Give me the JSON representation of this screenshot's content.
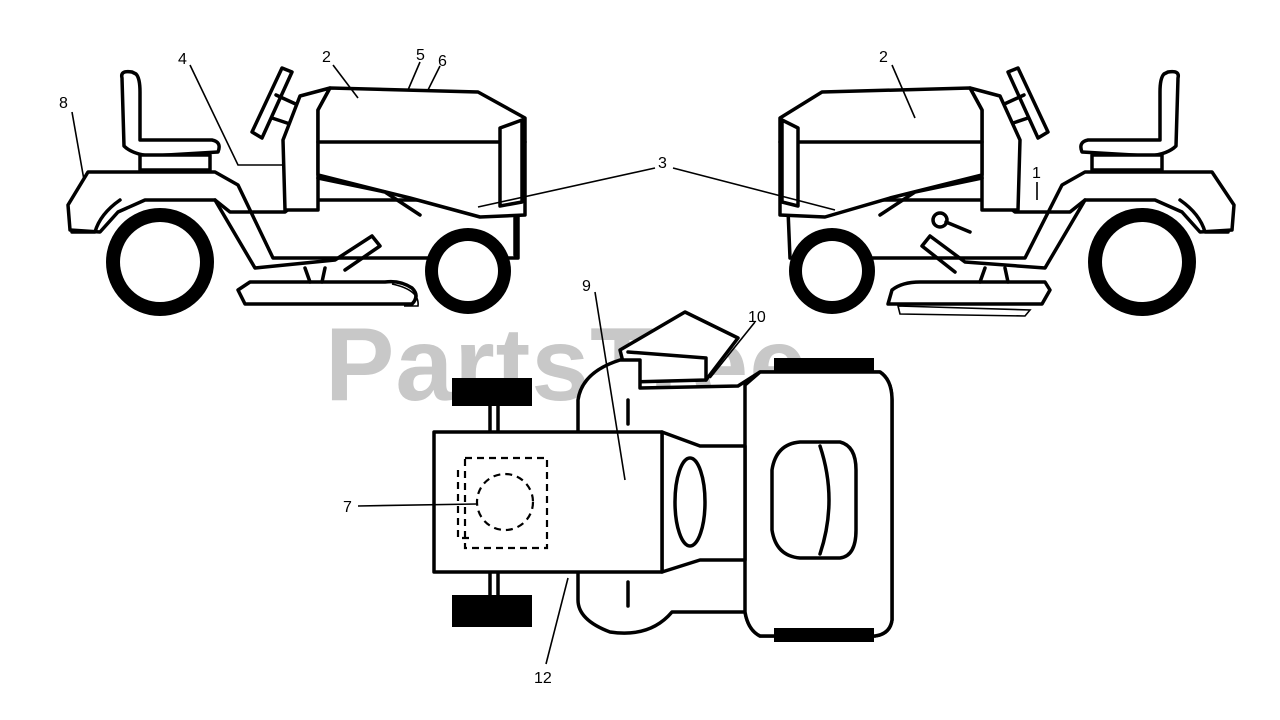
{
  "watermark": {
    "text": "PartsTree",
    "color": "#c8c8c8"
  },
  "callouts": {
    "c1": "1",
    "c2a": "2",
    "c2b": "2",
    "c3": "3",
    "c4": "4",
    "c5": "5",
    "c6": "6",
    "c7": "7",
    "c8": "8",
    "c9": "9",
    "c10": "10",
    "c12": "12"
  },
  "colors": {
    "ink": "#000000",
    "paper": "#ffffff"
  }
}
